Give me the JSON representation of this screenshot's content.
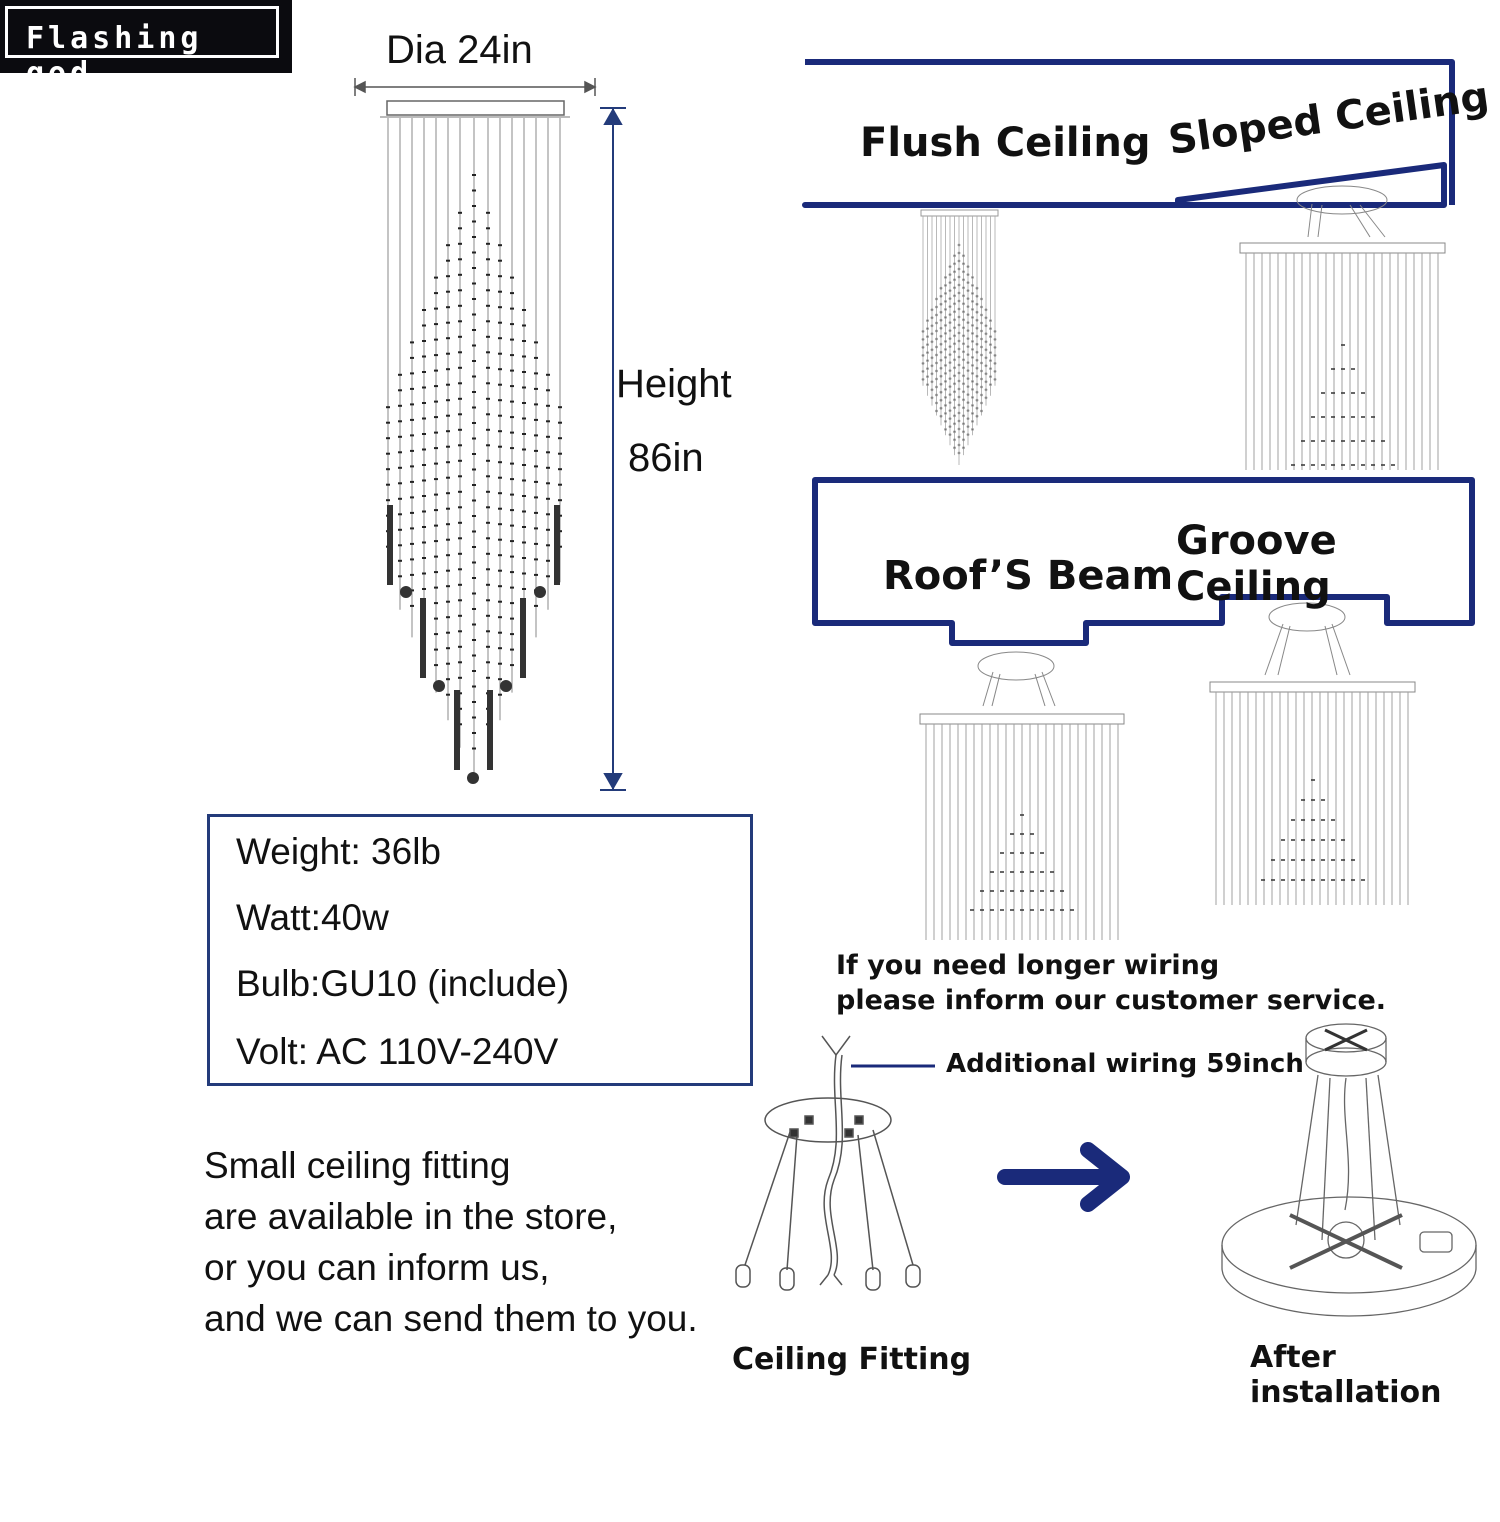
{
  "brand": {
    "logo_text": "Flashing god"
  },
  "dimensions": {
    "diameter_label": "Dia 24in",
    "height_label": "Height",
    "height_value": "86in"
  },
  "ceiling_types": {
    "flush": "Flush Ceiling",
    "sloped": "Sloped Ceiling",
    "roof_beam": "Roof’S Beam",
    "groove": "Groove Ceiling"
  },
  "specs": [
    "Weight: 36lb",
    "Watt:40w",
    "Bulb:GU10 (include)",
    "Volt: AC 110V-240V"
  ],
  "note_lines": [
    "Small ceiling fitting",
    "are available in the store,",
    "or you can inform us,",
    "and we can send them to you."
  ],
  "wiring": {
    "line1": "If you need longer wiring",
    "line2": "please inform our customer service.",
    "additional": "Additional wiring 59inch"
  },
  "captions": {
    "ceiling_fitting": "Ceiling Fitting",
    "after_installation": "After installation"
  },
  "colors": {
    "accent": "#1a2a7a",
    "frame": "#233b7a",
    "line": "#555555"
  }
}
